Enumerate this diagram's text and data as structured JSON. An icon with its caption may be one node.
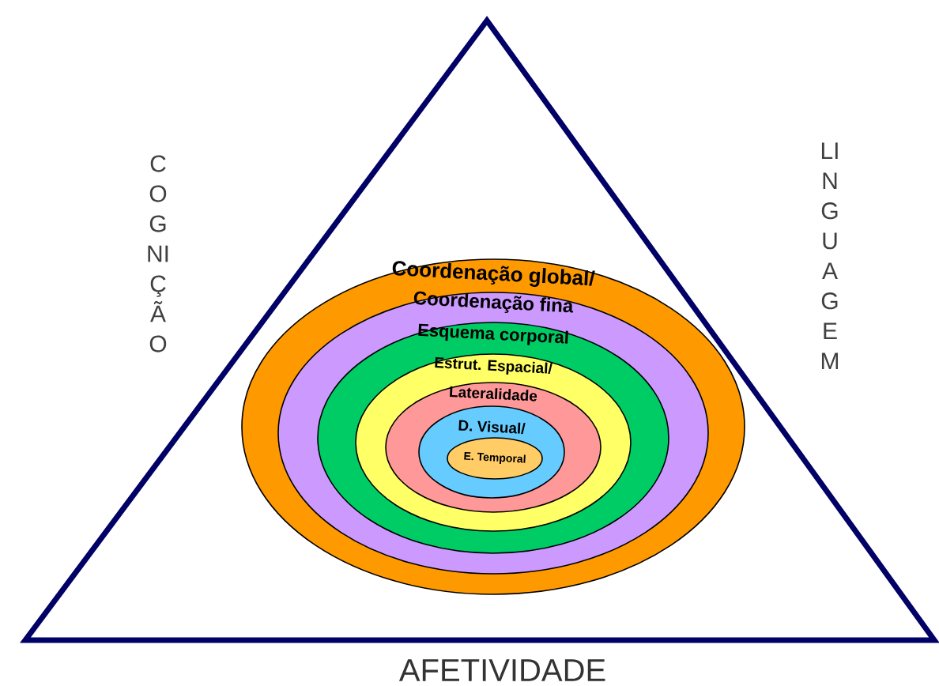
{
  "diagram": {
    "nodes": [
      {
        "text": [
          "Coordenação global/"
        ]
      },
      {
        "text": [
          "Coordenação fina"
        ],
        "in": 0
      },
      {
        "text": [
          "Esquema corporal"
        ],
        "in": 1
      },
      {
        "text": [
          "Estrut. Espacial/"
        ],
        "in": 2
      },
      {
        "text": [
          "Lateralidade"
        ],
        "in": 3
      },
      {
        "text": [
          "D. Visual/"
        ],
        "in": 4
      },
      {
        "text": [
          "E. Temporal"
        ],
        "in": 5
      }
    ],
    "labels": [
      "C O G NI Ç Ã O",
      "LI N G U A G E M",
      "AFETIVIDADE"
    ]
  }
}
